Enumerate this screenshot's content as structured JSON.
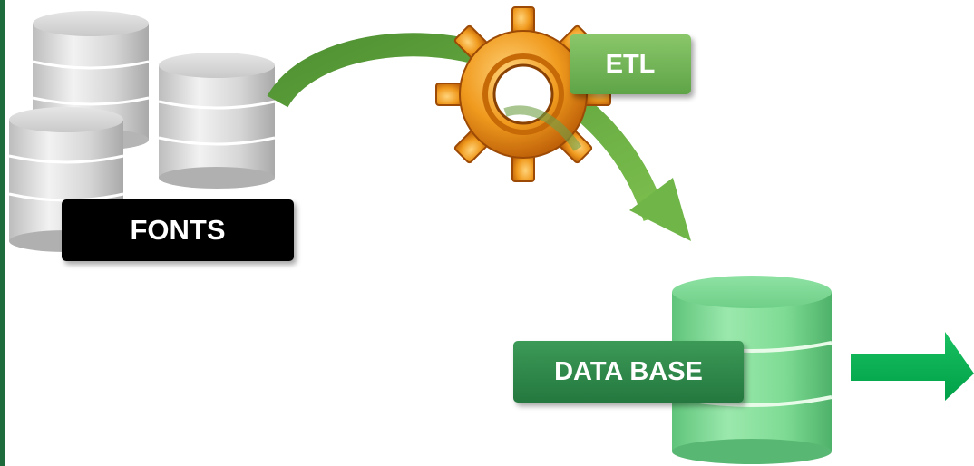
{
  "labels": {
    "fonts": "FONTS",
    "etl": "ETL",
    "database": "DATA BASE"
  },
  "colors": {
    "left_bar": "#1e6b3b",
    "fonts_label_bg": "#000000",
    "etl_label_bg": "#6aaf50",
    "database_label_bg": "#2a7f45",
    "database_cylinder": "#7fdc94",
    "source_cylinders": "#d4d4d4",
    "flow_arrow": "#5c9e3c",
    "gear": "#e07a10",
    "output_arrow": "#00b050"
  },
  "icons": {
    "source_cylinders": "database-stack-icon",
    "gear": "gear-icon",
    "target_cylinder": "database-icon",
    "output": "arrow-right-icon"
  }
}
